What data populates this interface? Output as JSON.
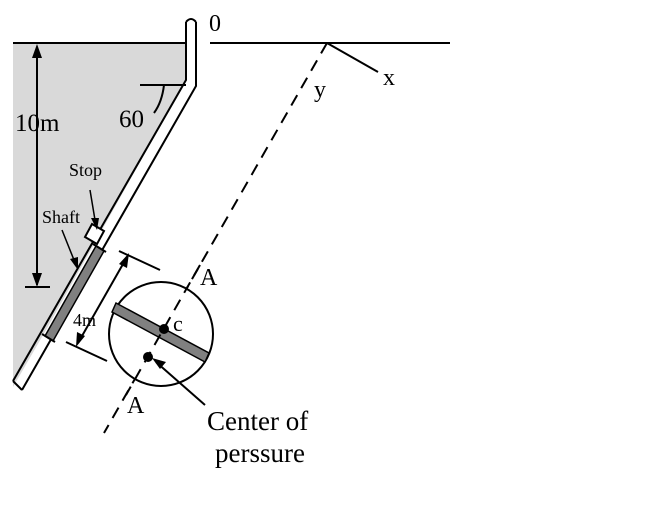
{
  "labels": {
    "origin": "0",
    "x_axis": "x",
    "y_axis": "y",
    "depth": "10m",
    "angle": "60",
    "stop": "Stop",
    "shaft": "Shaft",
    "gate_diameter": "4m",
    "centroid": "c",
    "section_top": "A",
    "section_bottom": "A",
    "cop_line1": "Center of",
    "cop_line2": "perssure"
  },
  "colors": {
    "water": "#d9d9d9",
    "gate": "#808080",
    "line": "#000000"
  }
}
